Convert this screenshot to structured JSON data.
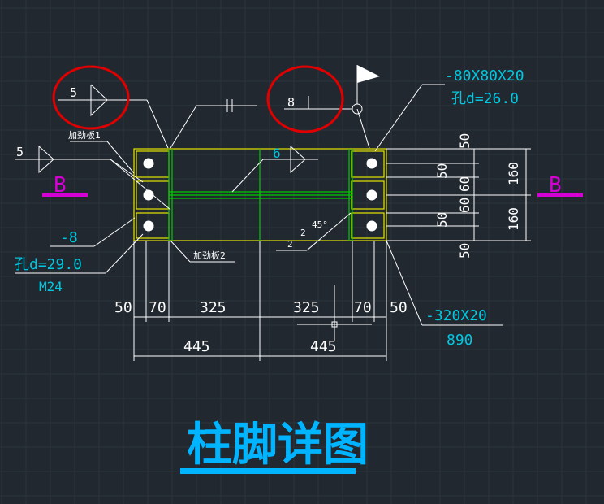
{
  "drawing": {
    "title": "柱脚详图",
    "weld_left": "5",
    "weld_right": "8",
    "weld_center": "6",
    "stiffener1": "加劲板1",
    "stiffener2": "加劲板2",
    "section_left": "B",
    "section_right": "B",
    "plate_thk": "-8",
    "hole_left": "孔d=29.0",
    "bolt": "M24",
    "washer": "-80X80X20",
    "hole_right": "孔d=26.0",
    "base_plate": "-320X20",
    "base_length": "890",
    "angle": "45°",
    "chamfer_a": "2",
    "chamfer_b": "2",
    "dims_bottom": [
      "50",
      "70",
      "325",
      "325",
      "70",
      "50"
    ],
    "dims_total": [
      "445",
      "445"
    ],
    "dims_right_inner": [
      "50",
      "50",
      "60",
      "60",
      "50",
      "50"
    ],
    "dims_right_outer": [
      "160",
      "160"
    ]
  },
  "colors": {
    "background": "#212830",
    "grid": "#2b333c",
    "plate": "#e6e600",
    "stiffener": "#00cc00",
    "leader": "#ffffff",
    "text_cyan": "#00c8e0",
    "section": "#d400d4",
    "highlight": "#e00000",
    "title": "#00b4ff"
  }
}
